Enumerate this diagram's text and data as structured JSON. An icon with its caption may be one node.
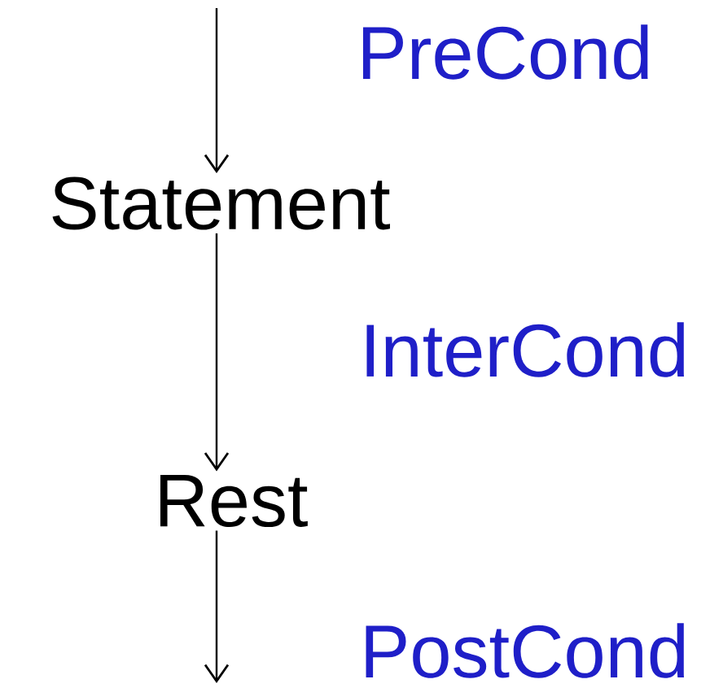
{
  "diagram": {
    "nodes": [
      {
        "text": [
          "Statement"
        ]
      },
      {
        "text": [
          "Rest"
        ]
      }
    ],
    "edges": [
      {
        "from": null,
        "to": 0,
        "arrow": "to",
        "label": "PreCond"
      },
      {
        "from": 0,
        "to": 1,
        "arrow": "to",
        "label": "InterCond"
      },
      {
        "from": 1,
        "to": null,
        "arrow": "to",
        "label": "PostCond"
      }
    ]
  }
}
